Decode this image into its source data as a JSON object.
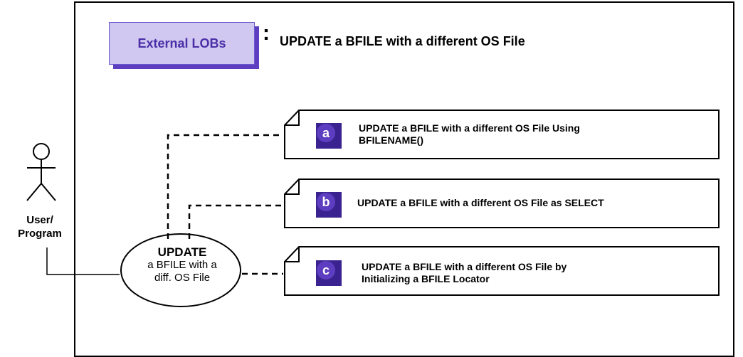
{
  "title": {
    "box_label": "External LOBs",
    "colon": ":",
    "text": "UPDATE a BFILE with a different OS File"
  },
  "actor": {
    "label_line1": "User/",
    "label_line2": "Program"
  },
  "main_usecase": {
    "line1": "UPDATE",
    "line2": "a BFILE with a",
    "line3": "diff. OS File"
  },
  "usecases": [
    {
      "badge": "a",
      "line1": "UPDATE a BFILE with a different OS File Using",
      "line2": "BFILENAME()"
    },
    {
      "badge": "b",
      "line1": "UPDATE a BFILE with a different OS File as SELECT",
      "line2": ""
    },
    {
      "badge": "c",
      "line1": "UPDATE a BFILE with a different OS File by",
      "line2": "Initializing a BFILE Locator"
    }
  ],
  "colors": {
    "badge_fill": "#5e3ec0",
    "badge_shadow": "#2e1a70",
    "title_fill": "#d0c8f0",
    "title_text": "#4b2fa8"
  }
}
